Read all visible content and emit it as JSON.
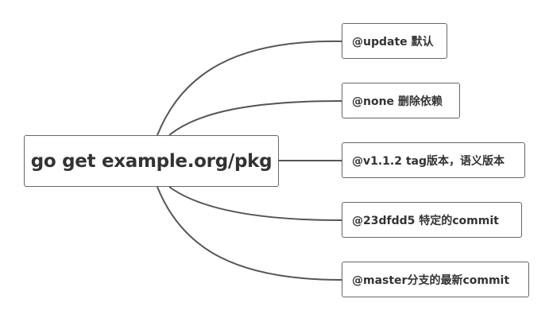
{
  "diagram": {
    "type": "mind-map",
    "colors": {
      "line": "#555555",
      "border": "#666666",
      "text": "#333333",
      "background": "#ffffff"
    },
    "root": {
      "label": "go get example.org/pkg"
    },
    "children": [
      {
        "label": "@update 默认"
      },
      {
        "label": "@none 删除依赖"
      },
      {
        "label": "@v1.1.2 tag版本，语义版本"
      },
      {
        "label": "@23dfdd5  特定的commit"
      },
      {
        "label": "@master分支的最新commit"
      }
    ]
  }
}
